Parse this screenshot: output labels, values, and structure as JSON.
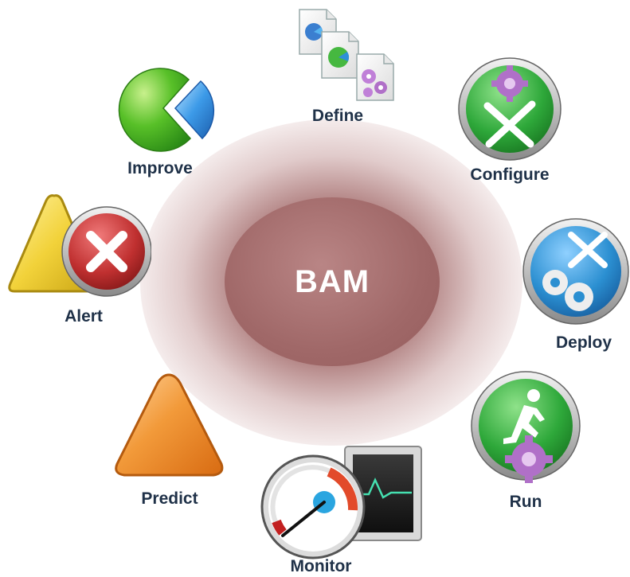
{
  "center": {
    "label": "BAM"
  },
  "stages": {
    "define": "Define",
    "configure": "Configure",
    "deploy": "Deploy",
    "run": "Run",
    "monitor": "Monitor",
    "predict": "Predict",
    "alert": "Alert",
    "improve": "Improve"
  },
  "colors": {
    "halo": "#a06868",
    "label_text": "#1f3148",
    "green": "#3cb83c",
    "blue": "#2b8fd1",
    "red": "#c03030",
    "orange": "#f08a2a",
    "yellow": "#f2d23a",
    "purple": "#b070c8"
  },
  "icons": {
    "define": "documents-icon",
    "configure": "config-tools-icon",
    "deploy": "deploy-gears-icon",
    "run": "runner-icon",
    "monitor": "gauge-monitor-icon",
    "predict": "warning-triangle-icon",
    "alert": "alert-error-icon",
    "improve": "pie-chart-icon"
  }
}
